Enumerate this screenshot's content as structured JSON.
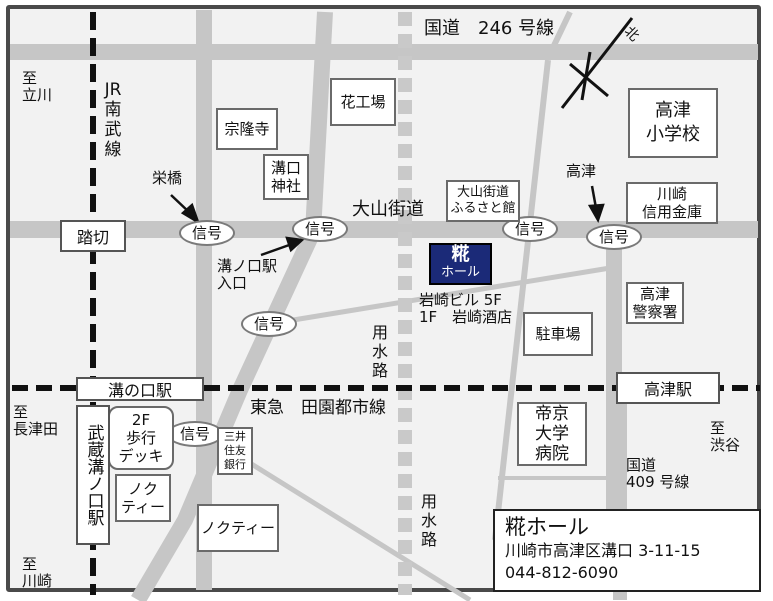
{
  "compass": {
    "north": "北"
  },
  "roads": {
    "route246": "国道　246 号線",
    "oyama_kaido": "大山街道",
    "route409": "国道\n409 号線",
    "yosuiro_upper": "用水路",
    "yosuiro_lower": "用水路"
  },
  "railways": {
    "jr_nambu": "JR\n南武線",
    "denentoshi": "東急　田園都市線"
  },
  "directions": {
    "tachikawa": "至\n立川",
    "nagatsuta": "至\n長津田",
    "kawasaki": "至\n川崎",
    "shibuya": "至\n渋谷"
  },
  "signals": {
    "label": "信号",
    "sakaebashi": "栄橋",
    "takatsu": "高津",
    "mizonokuchi_entrance": "溝ノ口駅\n入口"
  },
  "places": {
    "soryuji": "宗隆寺",
    "hanakoba": "花工場",
    "mizonokuchi_jinja": "溝口\n神社",
    "furusatokan": "大山街道\nふるさと館",
    "takatsu_elementary": "高津\n小学校",
    "kawasaki_shinkin": "川崎\n信用金庫",
    "police": "高津\n警察署",
    "parking": "駐車場",
    "teikyo_hospital": "帝京\n大学\n病院",
    "mitsui_bank": "三井\n住友\n銀行",
    "nocty_small": "ノク\nティー",
    "nocty": "ノクティー",
    "deck": "2F\n歩行\nデッキ",
    "crossing": "踏切",
    "iwasaki_building": "岩崎ビル 5F\n1F　岩崎酒店"
  },
  "stations": {
    "mizonokuchi": "溝の口駅",
    "musashi_mizonokuchi": "武蔵溝ノ口駅",
    "takatsu": "高津駅"
  },
  "venue": {
    "name_line1": "糀",
    "name_line2": "ホール"
  },
  "address_box": {
    "name": "糀ホール",
    "address": "川崎市高津区溝口 3-11-15",
    "phone": "044-812-6090"
  },
  "colors": {
    "venue_fill": "#1b2a78",
    "road": "#c6c6c6",
    "frame": "#4a4a4a"
  }
}
